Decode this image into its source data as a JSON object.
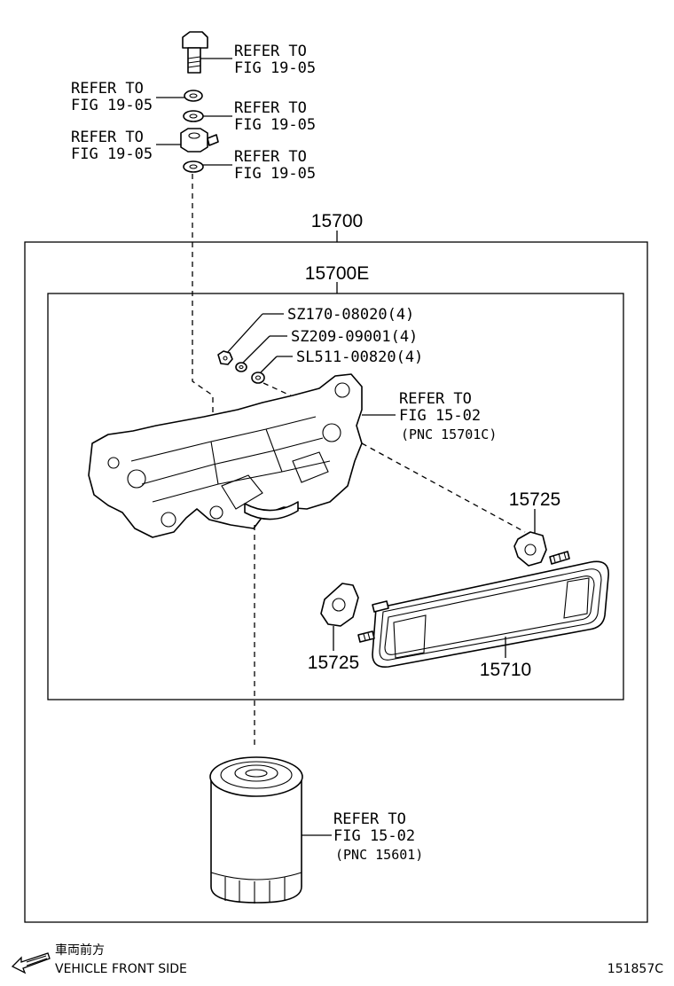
{
  "refer": {
    "bolt": [
      "REFER TO",
      "FIG 19-05"
    ],
    "washer1": [
      "REFER TO",
      "FIG 19-05"
    ],
    "washer2": [
      "REFER TO",
      "FIG 19-05"
    ],
    "nut": [
      "REFER TO",
      "FIG 19-05"
    ],
    "washer3": [
      "REFER TO",
      "FIG 19-05"
    ],
    "bracket": [
      "REFER TO",
      "FIG 15-02",
      "(PNC 15701C)"
    ],
    "filter": [
      "REFER TO",
      "FIG 15-02",
      "(PNC 15601)"
    ]
  },
  "parts": {
    "outer": "15700",
    "inner": "15700E",
    "sz170": "SZ170-08020(4)",
    "sz209": "SZ209-09001(4)",
    "sl511": "SL511-00820(4)",
    "gasket_right": "15725",
    "gasket_left": "15725",
    "cooler": "15710"
  },
  "footer": {
    "jp_label": "車両前方",
    "en_label": "VEHICLE FRONT SIDE",
    "figure_code": "151857C"
  }
}
